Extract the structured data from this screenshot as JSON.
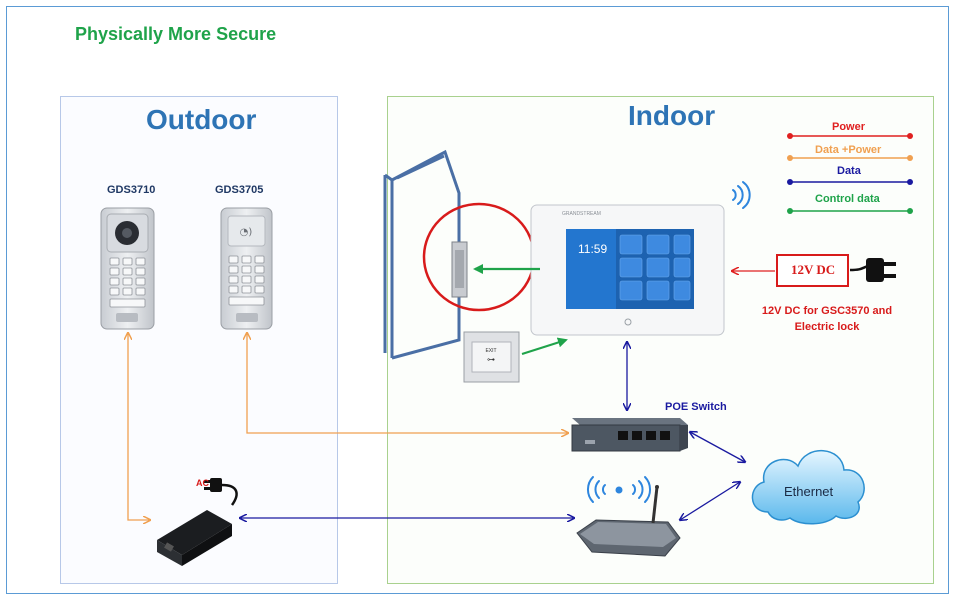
{
  "title": "Physically More Secure",
  "outdoor": {
    "title": "Outdoor",
    "devices": [
      "GDS3710",
      "GDS3705"
    ]
  },
  "indoor": {
    "title": "Indoor"
  },
  "legend": [
    {
      "label": "Power",
      "color": "#e02020"
    },
    {
      "label": "Data +Power",
      "color": "#f0a050"
    },
    {
      "label": "Data",
      "color": "#1a1aa0"
    },
    {
      "label": "Control data",
      "color": "#1fa34a"
    }
  ],
  "power_supply": {
    "label": "12V DC",
    "note_line1": "12V DC for GSC3570 and",
    "note_line2": "Electric lock"
  },
  "poe_switch": {
    "label": "POE Switch"
  },
  "ethernet": {
    "label": "Ethernet"
  },
  "ac_label": "AC",
  "tablet": {
    "time": "11:59"
  }
}
